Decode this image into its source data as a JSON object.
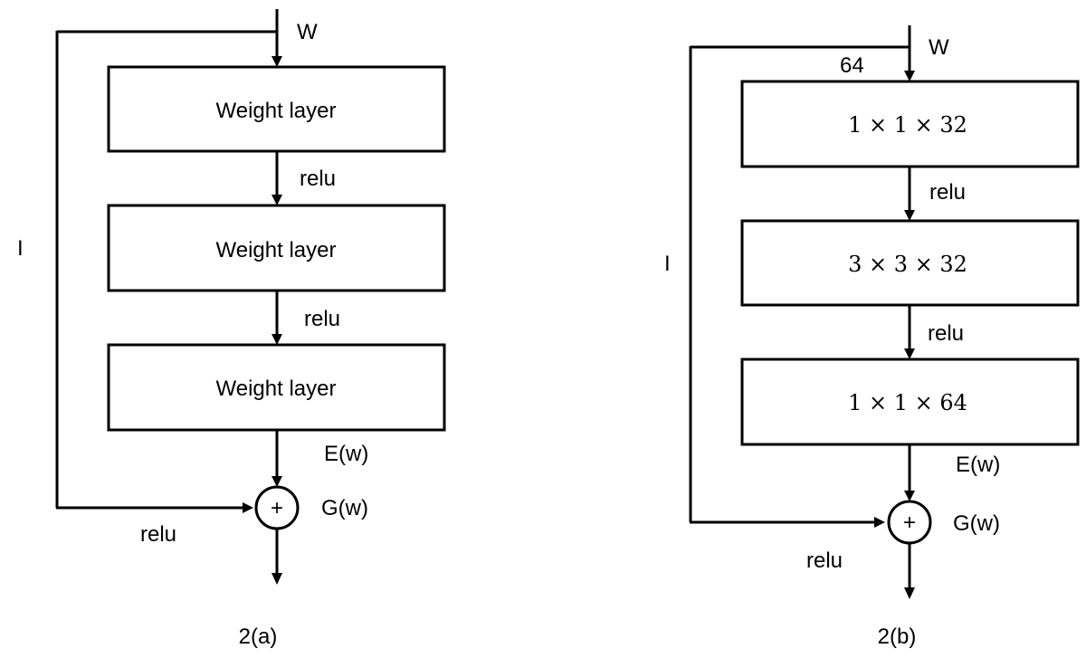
{
  "diagrams": [
    {
      "caption": "2(a)",
      "input_label": "W",
      "channel_label": "",
      "shortcut_label": "I",
      "layers": [
        "Weight layer",
        "Weight layer",
        "Weight layer"
      ],
      "activation_labels": [
        "relu",
        "relu"
      ],
      "residual_label": "E(w)",
      "sum_symbol": "+",
      "sum_label": "G(w)",
      "output_activation": "relu"
    },
    {
      "caption": "2(b)",
      "input_label": "W",
      "channel_label": "64",
      "shortcut_label": "I",
      "layers": [
        "1 × 1 × 32",
        "3 × 3 × 32",
        "1 × 1 × 64"
      ],
      "activation_labels": [
        "relu",
        "relu"
      ],
      "residual_label": "E(w)",
      "sum_symbol": "+",
      "sum_label": "G(w)",
      "output_activation": "relu"
    }
  ]
}
